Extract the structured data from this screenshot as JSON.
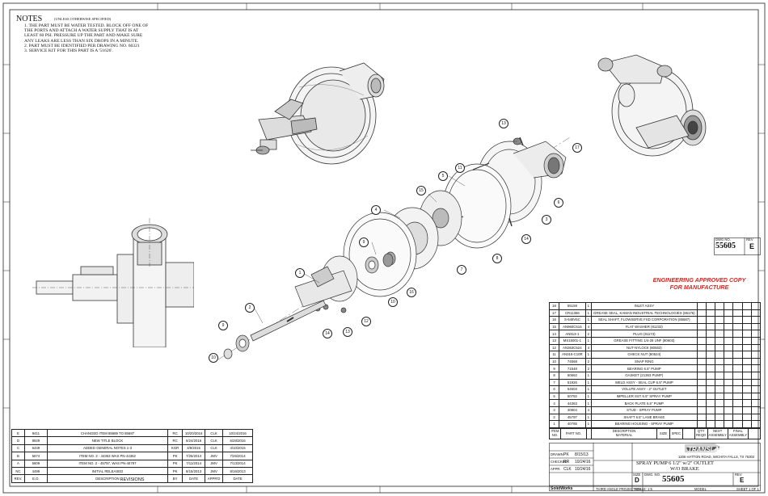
{
  "notes": {
    "title": "NOTES",
    "subtitle": "(UNLESS OTHERWISE SPECIFIED)",
    "items": [
      "1.   THE PART MUST BE WATER TESTED. BLOCK OFF ONE OF",
      "      THE PORTS AND ATTACH A WATER SUPPLY THAT IS AT",
      "      LEAST 60 PSI. PRESSURE UP THE PART AND MAKE SURE",
      "      ANY LEAKS ARE LESS THAN SIX DROPS IN A MINUTE.",
      "2.   PART MUST BE IDENTIFIED PER DRAWING NO. 60321",
      "3.   SERVICE KIT FOR THIS PART IS A '51626'."
    ]
  },
  "approval": {
    "line1": "ENGINEERING APPROVED COPY",
    "line2": "FOR MANUFACTURE"
  },
  "dwg_box": {
    "label_no": "DWG NO.",
    "label_rev": "REV",
    "number": "55605",
    "rev": "E"
  },
  "bom": {
    "rows": [
      {
        "item": "18",
        "part": "55159",
        "qty": "1",
        "desc": "INLET ASSY"
      },
      {
        "item": "17",
        "part": "CR11366",
        "qty": "1",
        "desc": "GREASE SEAL, KAMAN INDUSTRIAL TECHNOLOGIES (86176)"
      },
      {
        "item": "16",
        "part": "S-548V5C",
        "qty": "1",
        "desc": "SEAL SHAFT, FLOWSERVE FSD CORPORATION (85687)"
      },
      {
        "item": "15",
        "part": "AN960C516",
        "qty": "4",
        "desc": "FLAT WASHER (81233)"
      },
      {
        "item": "14",
        "part": "AN913-1",
        "qty": "2",
        "desc": "PLUG (81173)"
      },
      {
        "item": "13",
        "part": "MS15001-1",
        "qty": "1",
        "desc": "GREASE FITTING 1/4-28 UNF (80603)"
      },
      {
        "item": "12",
        "part": "AN363C524",
        "qty": "4",
        "desc": "NUT-NYLOCK (80563)"
      },
      {
        "item": "11",
        "part": "AN316-C10R",
        "qty": "1",
        "desc": "CHECK NUT (80524)"
      },
      {
        "item": "10",
        "part": "74568",
        "qty": "2",
        "desc": "SNAP RING"
      },
      {
        "item": "9",
        "part": "71548",
        "qty": "2",
        "desc": "BEARING 6.5\" PUMP"
      },
      {
        "item": "8",
        "part": "60662",
        "qty": "1",
        "desc": "GASKET (21363 PUMP)"
      },
      {
        "item": "7",
        "part": "51926",
        "qty": "1",
        "desc": "WELD ASSY - SEAL CUP 6.5\" PUMP"
      },
      {
        "item": "6",
        "part": "54603",
        "qty": "1",
        "desc": "VOLUTE ASSY - 2\" OUTLET"
      },
      {
        "item": "5",
        "part": "50782",
        "qty": "1",
        "desc": "IMPELLER SST 6.5\" SPRAY PUMP"
      },
      {
        "item": "4",
        "part": "44363",
        "qty": "1",
        "desc": "BACK PLATE 6.5\" PUMP"
      },
      {
        "item": "3",
        "part": "40804",
        "qty": "4",
        "desc": "STUD - SPRAY PUMP"
      },
      {
        "item": "2",
        "part": "45797",
        "qty": "1",
        "desc": "SHAFT 6.5\" LANE BRAKE"
      },
      {
        "item": "1",
        "part": "40785",
        "qty": "1",
        "desc": "BEARING HOUSING - SPRAY PUMP"
      }
    ],
    "header": {
      "item": "ITEM NO.",
      "part": "PART NO.",
      "desc": "DESCRIPTION",
      "material": "MATERIAL",
      "size": "SIZE",
      "spec": "SPEC",
      "qty_reqd": "QTY REQD",
      "next_assy": "NEXT ASSEMBLY",
      "final_assy": "FINAL ASSEMBLY"
    }
  },
  "title_block": {
    "company": "TRANSLAND",
    "address": "1206 HATTON ROAD, WICHITA FALLS, TX 76302",
    "title": "SPRAY PUMP 6 1/2\" w/2\" OUTLET",
    "subtitle": "W/O BRAKE",
    "size_label": "SIZE",
    "size": "D",
    "dwg_label": "DWG. NO.",
    "dwg_no": "55605",
    "rev_label": "REV",
    "rev": "E",
    "drawn": {
      "label": "DRAWN",
      "by": "PK",
      "date": "8/15/13"
    },
    "checked": {
      "label": "CHECKED",
      "by": "RR",
      "date": "10/24/16"
    },
    "approved": {
      "label": "APPR.",
      "by": "CLK",
      "date": "10/24/16"
    },
    "scale": "SCALE: 1:5",
    "sheet": "SHEET 1 OF 1",
    "software": "SolidWorks",
    "projection": "THIRD ANGLE PROJECTION",
    "model_label": "MODEL"
  },
  "revisions": {
    "label": "REVISIONS",
    "header": {
      "rev": "REV.",
      "eo": "E.O.",
      "desc": "DESCRIPTION",
      "by": "BY",
      "date": "DATE",
      "appd": "APPR'D",
      "date2": "DATE"
    },
    "rows": [
      {
        "rev": "E",
        "eo": "9411",
        "desc": "CHANGED ITEM 85689 TO 85687",
        "by": "RC",
        "date": "10/20/2016",
        "appd": "CLK",
        "date2": "10/24/2016"
      },
      {
        "rev": "D",
        "eo": "8929",
        "desc": "NEW TITLE BLOCK",
        "by": "RC",
        "date": "6/24/2016",
        "appd": "CLK",
        "date2": "6/28/2016"
      },
      {
        "rev": "C",
        "eo": "6449",
        "desc": "ADDED GENERAL NOTES 1-3",
        "by": "KGR",
        "date": "4/9/2015",
        "appd": "CLK",
        "date2": "4/10/2015"
      },
      {
        "rev": "B",
        "eo": "5674",
        "desc": "ITEM NO. 2 - 44363 WAS PN-44362",
        "by": "PK",
        "date": "7/25/2014",
        "appd": "JMV",
        "date2": "7/26/2014"
      },
      {
        "rev": "A",
        "eo": "5609",
        "desc": "ITEM NO. 2 - 45797, WAS PN-40797",
        "by": "PK",
        "date": "7/11/2014",
        "appd": "JMV",
        "date2": "7/13/2014"
      },
      {
        "rev": "NC",
        "eo": "4499",
        "desc": "INITIAL RELEASED",
        "by": "PK",
        "date": "8/15/2013",
        "appd": "JMV",
        "date2": "8/16/2013"
      }
    ]
  },
  "callouts": [
    "1",
    "2",
    "3",
    "4",
    "5",
    "6",
    "7",
    "8",
    "9",
    "10",
    "11",
    "12",
    "13",
    "14",
    "14",
    "15",
    "16",
    "17",
    "18",
    "9",
    "10"
  ]
}
